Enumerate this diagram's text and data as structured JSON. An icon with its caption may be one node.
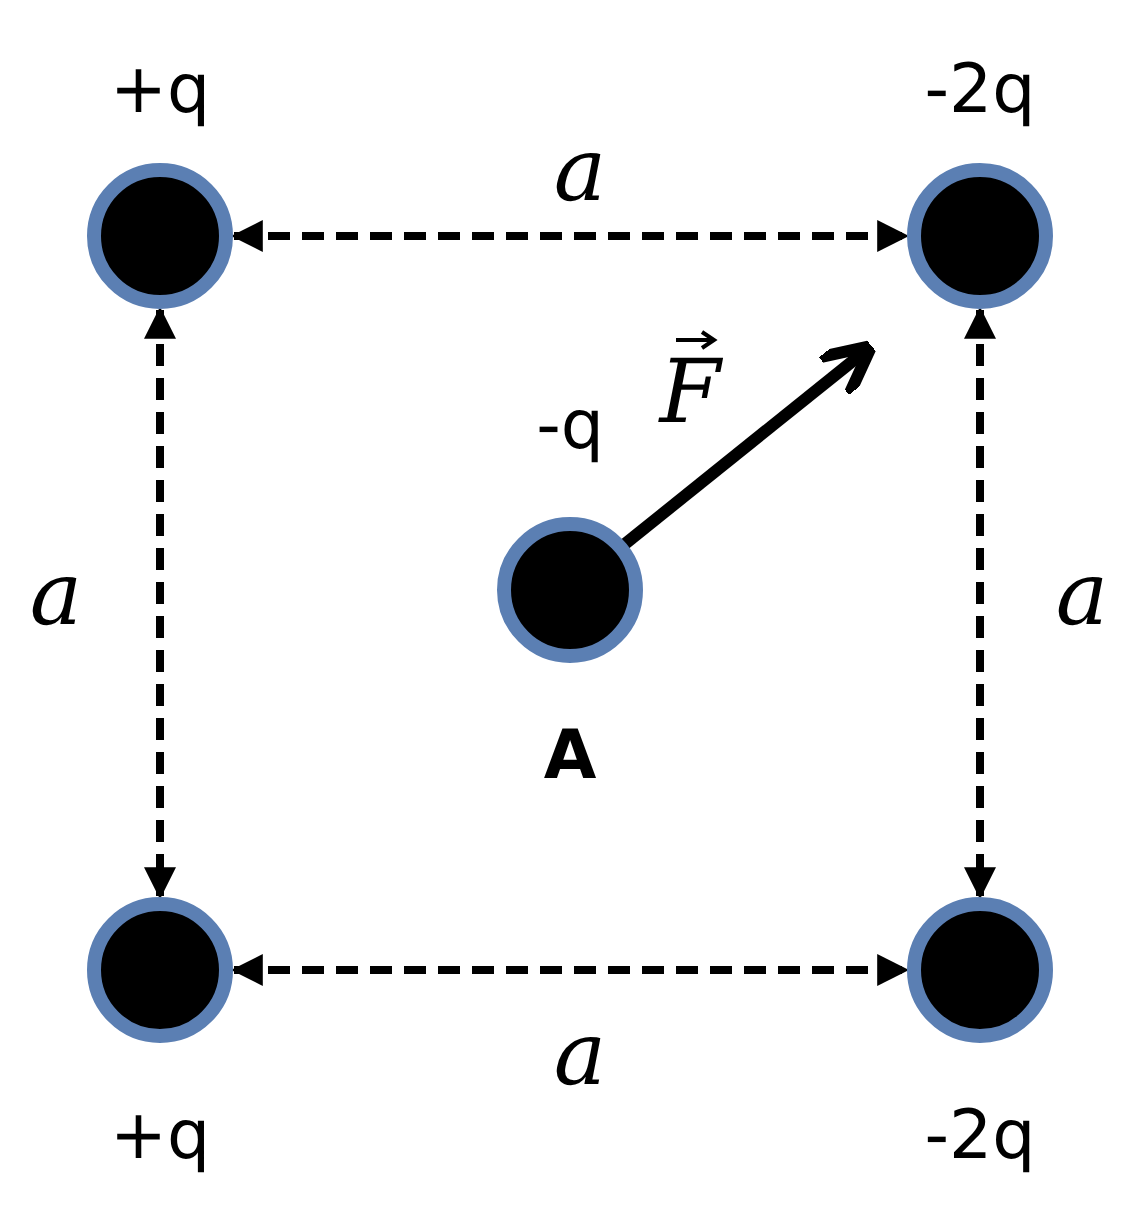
{
  "diagram": {
    "nodes": [
      {
        "text": [
          "+q"
        ]
      },
      {
        "text": [
          "-2q"
        ]
      },
      {
        "text": [
          "-q",
          "A"
        ]
      },
      {
        "text": [
          "+q"
        ]
      },
      {
        "text": [
          "-2q"
        ]
      }
    ],
    "edges": [
      {
        "from": 0,
        "to": 1,
        "arrow": "both",
        "label": "a",
        "style": "dashed"
      },
      {
        "from": 0,
        "to": 3,
        "arrow": "both",
        "label": "a",
        "style": "dashed"
      },
      {
        "from": 1,
        "to": 4,
        "arrow": "both",
        "label": "a",
        "style": "dashed"
      },
      {
        "from": 3,
        "to": 4,
        "arrow": "both",
        "label": "a",
        "style": "dashed"
      }
    ],
    "labels": [
      "F"
    ]
  }
}
